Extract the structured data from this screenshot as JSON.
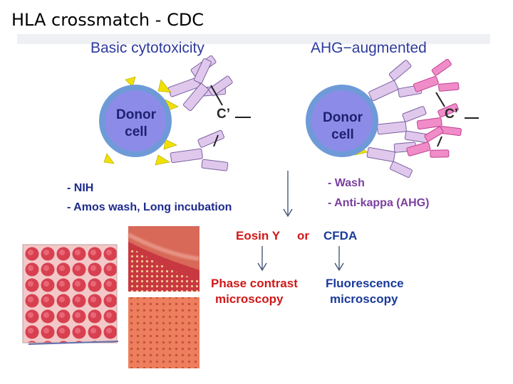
{
  "slide": {
    "title": "HLA crossmatch - CDC"
  },
  "panels": {
    "basic": {
      "title": "Basic cytotoxicity",
      "cell_line1": "Donor",
      "cell_line2": "cell",
      "complement": "C’"
    },
    "ahg": {
      "title": "AHG−augmented",
      "cell_line1": "Donor",
      "cell_line2": "cell",
      "complement": "C’"
    }
  },
  "methods": {
    "basic_notes": [
      "- NIH",
      "- Amos wash, Long incubation"
    ],
    "ahg_notes": [
      "- Wash",
      "- Anti-kappa (AHG)"
    ]
  },
  "detection": {
    "stain_1": "Eosin Y",
    "connector": "or",
    "stain_2": "CFDA",
    "readout_1": [
      "Phase contrast",
      "microscopy"
    ],
    "readout_2": [
      "Fluorescence",
      "microscopy"
    ]
  },
  "colors": {
    "cell_fill": "#8c8ce8",
    "cell_ring": "#6f9ad8",
    "antigen": "#f0e000",
    "antibody_basic": "#e0c8ec",
    "antibody_ahg": "#f08cc8",
    "red_text": "#d01818",
    "blue_text": "#1a3a9a"
  }
}
